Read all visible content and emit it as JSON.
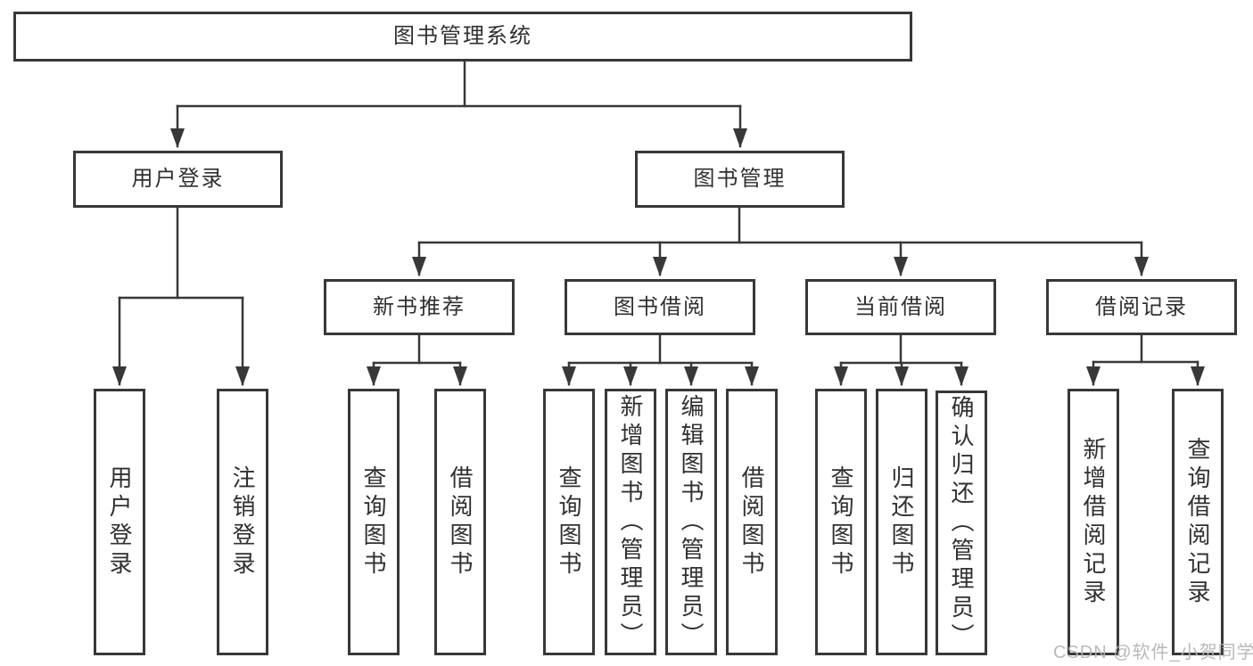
{
  "diagram": {
    "root": {
      "label": "图书管理系统"
    },
    "level2": [
      {
        "label": "用户登录"
      },
      {
        "label": "图书管理"
      }
    ],
    "level3": [
      {
        "label": "新书推荐"
      },
      {
        "label": "图书借阅"
      },
      {
        "label": "当前借阅"
      },
      {
        "label": "借阅记录"
      }
    ],
    "leaves": {
      "user_login": [
        {
          "label": "用户登录"
        },
        {
          "label": "注销登录"
        }
      ],
      "new_books": [
        {
          "label": "查询图书"
        },
        {
          "label": "借阅图书"
        }
      ],
      "book_borrow": [
        {
          "label": "查询图书"
        },
        {
          "label": "新增图书（管理员）"
        },
        {
          "label": "编辑图书（管理员）"
        },
        {
          "label": "借阅图书"
        }
      ],
      "current_borrow": [
        {
          "label": "查询图书"
        },
        {
          "label": "归还图书"
        },
        {
          "label": "确认归还（管理员）"
        }
      ],
      "borrow_records": [
        {
          "label": "新增借阅记录"
        },
        {
          "label": "查询借阅记录"
        }
      ]
    }
  },
  "watermark": {
    "text": "CSDN @软件_小贺同学"
  },
  "colors": {
    "line": "#383838",
    "text": "#303030",
    "watermark": "#b4b4b4",
    "background": "#ffffff"
  }
}
